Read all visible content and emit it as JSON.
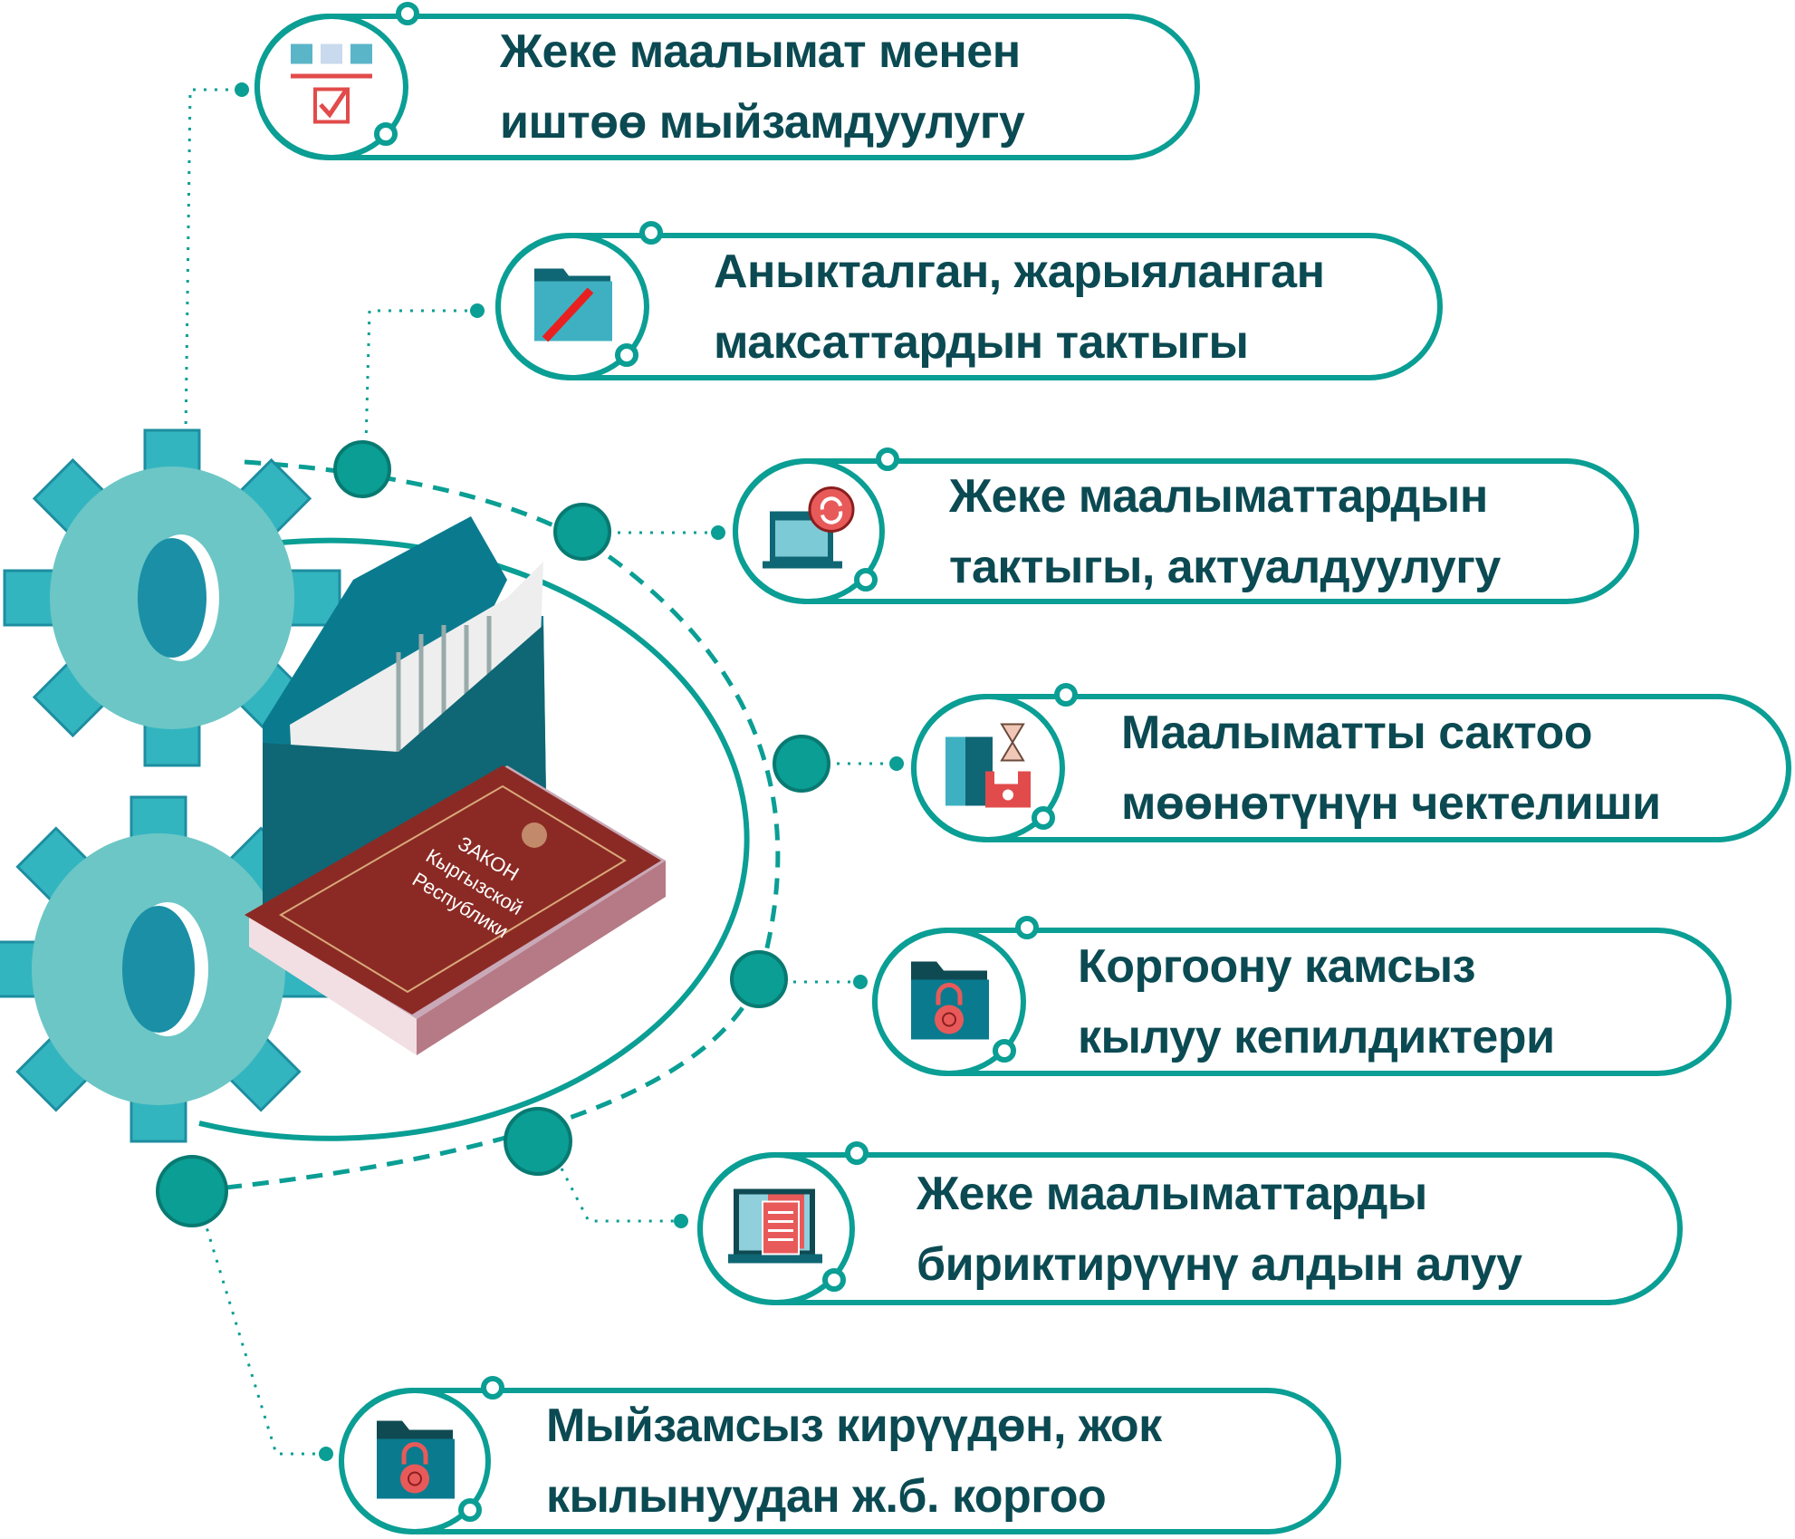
{
  "colors": {
    "teal": "#0a9e94",
    "text": "#0b4a52",
    "book": "#8b2a24"
  },
  "book": {
    "line1": "ЗАКОН",
    "line2": "Кыргызской",
    "line3": "Республики"
  },
  "items": [
    {
      "line1": "Жеке маалымат менен",
      "line2": "иштөө мыйзамдуулугу",
      "icon": "analytics-checklist-icon"
    },
    {
      "line1": "Аныкталган, жарыяланган",
      "line2": "максаттардын тактыгы",
      "icon": "folder-pencil-icon"
    },
    {
      "line1": "Жеке маалыматтардын",
      "line2": "тактыгы, актуалдуулугу",
      "icon": "laptop-refresh-icon"
    },
    {
      "line1": "Маалыматты сактоо",
      "line2": "мөөнөтүнүн чектелиши",
      "icon": "folder-hourglass-disk-icon"
    },
    {
      "line1": "Коргоону камсыз",
      "line2": "кылуу кепилдиктери",
      "icon": "folder-lock-icon"
    },
    {
      "line1": "Жеке маалыматтарды",
      "line2": "бириктирүүнү алдын алуу",
      "icon": "laptop-documents-icon"
    },
    {
      "line1": "Мыйзамсыз кирүүдөн, жок",
      "line2": "кылынуудан ж.б. коргоо",
      "icon": "folder-lock-icon"
    }
  ]
}
